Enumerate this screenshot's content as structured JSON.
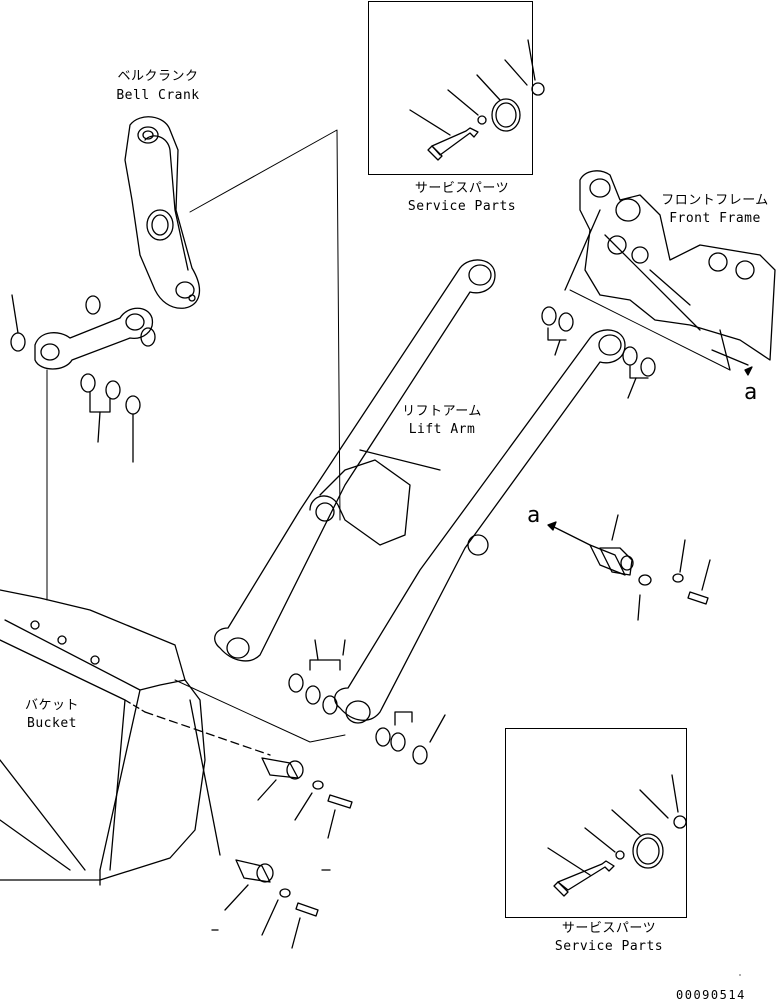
{
  "labels": {
    "bell_crank_jp": "ベルクランク",
    "bell_crank_en": "Bell Crank",
    "service_parts_top_jp": "サービスパーツ",
    "service_parts_top_en": "Service Parts",
    "front_frame_jp": "フロントフレーム",
    "front_frame_en": "Front Frame",
    "lift_arm_jp": "リフトアーム",
    "lift_arm_en": "Lift Arm",
    "bucket_jp": "バケット",
    "bucket_en": "Bucket",
    "service_parts_bottom_jp": "サービスパーツ",
    "service_parts_bottom_en": "Service Parts",
    "ref_a_right": "a",
    "ref_a_mid": "a",
    "drawing_number": "00090514"
  }
}
